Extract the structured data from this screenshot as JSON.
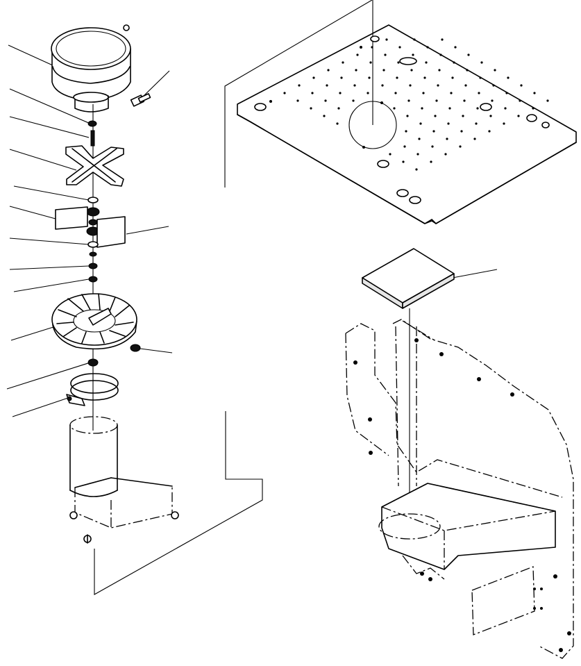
{
  "figure": {
    "description_visible_text": "",
    "colors": {
      "ink": "#000000",
      "paper": "#ffffff",
      "shade": "#e6e6e6"
    }
  },
  "parts": [
    "blower-housing",
    "mounting-bolt",
    "upper-washer",
    "stud-shaft",
    "cross-bracket",
    "spacer-washer",
    "nut-upper",
    "label-plate-left",
    "label-plate-right",
    "washer-mid",
    "washer-lower",
    "fan-impeller",
    "impeller-nut",
    "lower-nut",
    "hose-clamp",
    "duct-tube",
    "mount-base",
    "floor-plate",
    "filter-pad",
    "cab-frame"
  ]
}
